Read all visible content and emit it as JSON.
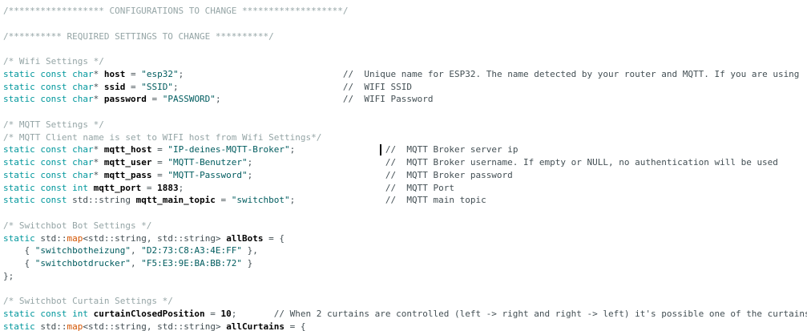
{
  "editor": {
    "type": "code-editor",
    "language": "cpp",
    "colors": {
      "background": "#ffffff",
      "comment_block": "#95a5a6",
      "comment_line": "#434f54",
      "keyword": "#00979C",
      "string": "#005C5F",
      "function": "#D35400",
      "plain": "#434f54",
      "identifier": "#000000"
    },
    "caret": {
      "visible": true,
      "line": 12,
      "column": 71
    },
    "lines": [
      [
        [
          "cb",
          "/****************** CONFIGURATIONS TO CHANGE *******************/"
        ]
      ],
      [],
      [
        [
          "cb",
          "/********** REQUIRED SETTINGS TO CHANGE **********/"
        ]
      ],
      [],
      [
        [
          "cb",
          "/* Wifi Settings */"
        ]
      ],
      [
        [
          "k",
          "static const char"
        ],
        [
          "p",
          "* "
        ],
        [
          "b",
          "host"
        ],
        [
          "p",
          " = "
        ],
        [
          "s",
          "\"esp32\""
        ],
        [
          "p",
          ";                              "
        ],
        [
          "cl",
          "//  Unique name for ESP32. The name detected by your router and MQTT. If you are using"
        ]
      ],
      [
        [
          "k",
          "static const char"
        ],
        [
          "p",
          "* "
        ],
        [
          "b",
          "ssid"
        ],
        [
          "p",
          " = "
        ],
        [
          "s",
          "\"SSID\""
        ],
        [
          "p",
          ";                               "
        ],
        [
          "cl",
          "//  WIFI SSID"
        ]
      ],
      [
        [
          "k",
          "static const char"
        ],
        [
          "p",
          "* "
        ],
        [
          "b",
          "password"
        ],
        [
          "p",
          " = "
        ],
        [
          "s",
          "\"PASSWORD\""
        ],
        [
          "p",
          ";                       "
        ],
        [
          "cl",
          "//  WIFI Password"
        ]
      ],
      [],
      [
        [
          "cb",
          "/* MQTT Settings */"
        ]
      ],
      [
        [
          "cb",
          "/* MQTT Client name is set to WIFI host from Wifi Settings*/"
        ]
      ],
      [
        [
          "k",
          "static const char"
        ],
        [
          "p",
          "* "
        ],
        [
          "b",
          "mqtt_host"
        ],
        [
          "p",
          " = "
        ],
        [
          "s",
          "\"IP-deines-MQTT-Broker\""
        ],
        [
          "p",
          ";                 "
        ],
        [
          "cl",
          "//  MQTT Broker server ip"
        ]
      ],
      [
        [
          "k",
          "static const char"
        ],
        [
          "p",
          "* "
        ],
        [
          "b",
          "mqtt_user"
        ],
        [
          "p",
          " = "
        ],
        [
          "s",
          "\"MQTT-Benutzer\""
        ],
        [
          "p",
          ";                         "
        ],
        [
          "cl",
          "//  MQTT Broker username. If empty or NULL, no authentication will be used"
        ]
      ],
      [
        [
          "k",
          "static const char"
        ],
        [
          "p",
          "* "
        ],
        [
          "b",
          "mqtt_pass"
        ],
        [
          "p",
          " = "
        ],
        [
          "s",
          "\"MQTT-Password\""
        ],
        [
          "p",
          ";                         "
        ],
        [
          "cl",
          "//  MQTT Broker password"
        ]
      ],
      [
        [
          "k",
          "static const int"
        ],
        [
          "p",
          " "
        ],
        [
          "b",
          "mqtt_port"
        ],
        [
          "p",
          " = "
        ],
        [
          "b",
          "1883"
        ],
        [
          "p",
          ";                                      "
        ],
        [
          "cl",
          "//  MQTT Port"
        ]
      ],
      [
        [
          "k",
          "static const"
        ],
        [
          "p",
          " std::string "
        ],
        [
          "b",
          "mqtt_main_topic"
        ],
        [
          "p",
          " = "
        ],
        [
          "s",
          "\"switchbot\""
        ],
        [
          "p",
          ";                 "
        ],
        [
          "cl",
          "//  MQTT main topic"
        ]
      ],
      [],
      [
        [
          "cb",
          "/* Switchbot Bot Settings */"
        ]
      ],
      [
        [
          "k",
          "static"
        ],
        [
          "p",
          " std::"
        ],
        [
          "f",
          "map"
        ],
        [
          "p",
          "<std::string, std::string> "
        ],
        [
          "b",
          "allBots"
        ],
        [
          "p",
          " = {"
        ]
      ],
      [
        [
          "p",
          "    { "
        ],
        [
          "s",
          "\"switchbotheizung\""
        ],
        [
          "p",
          ", "
        ],
        [
          "s",
          "\"D2:73:C8:A3:4E:FF\""
        ],
        [
          "p",
          " },"
        ]
      ],
      [
        [
          "p",
          "    { "
        ],
        [
          "s",
          "\"switchbotdrucker\""
        ],
        [
          "p",
          ", "
        ],
        [
          "s",
          "\"F5:E3:9E:BA:BB:72\""
        ],
        [
          "p",
          " }"
        ]
      ],
      [
        [
          "p",
          "};"
        ]
      ],
      [],
      [
        [
          "cb",
          "/* Switchbot Curtain Settings */"
        ]
      ],
      [
        [
          "k",
          "static const int"
        ],
        [
          "p",
          " "
        ],
        [
          "b",
          "curtainClosedPosition"
        ],
        [
          "p",
          " = "
        ],
        [
          "b",
          "10"
        ],
        [
          "p",
          ";       "
        ],
        [
          "cl",
          "// When 2 curtains are controlled (left -> right and right -> left) it's possible one of the curtains"
        ]
      ],
      [
        [
          "k",
          "static"
        ],
        [
          "p",
          " std::"
        ],
        [
          "f",
          "map"
        ],
        [
          "p",
          "<std::string, std::string> "
        ],
        [
          "b",
          "allCurtains"
        ],
        [
          "p",
          " = {"
        ]
      ]
    ]
  }
}
